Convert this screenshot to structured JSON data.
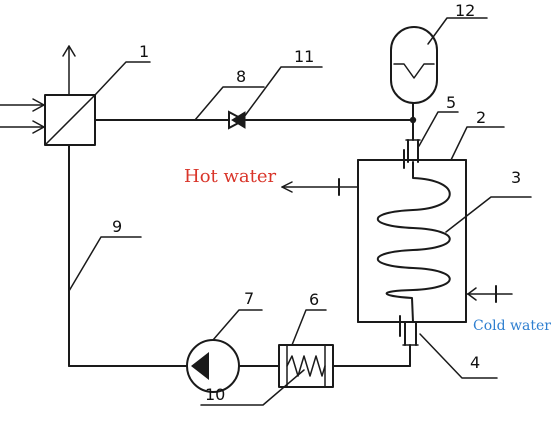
{
  "labels": {
    "hot_water": "Hot water",
    "cold_water": "Cold water"
  },
  "numbers": {
    "n1": "1",
    "n2": "2",
    "n3": "3",
    "n4": "4",
    "n5": "5",
    "n6": "6",
    "n7": "7",
    "n8": "8",
    "n9": "9",
    "n10": "10",
    "n11": "11",
    "n12": "12"
  },
  "colors": {
    "line": "#1a1a1a",
    "hot_water_text": "#d9352a",
    "cold_water_text": "#2f7fd0"
  }
}
